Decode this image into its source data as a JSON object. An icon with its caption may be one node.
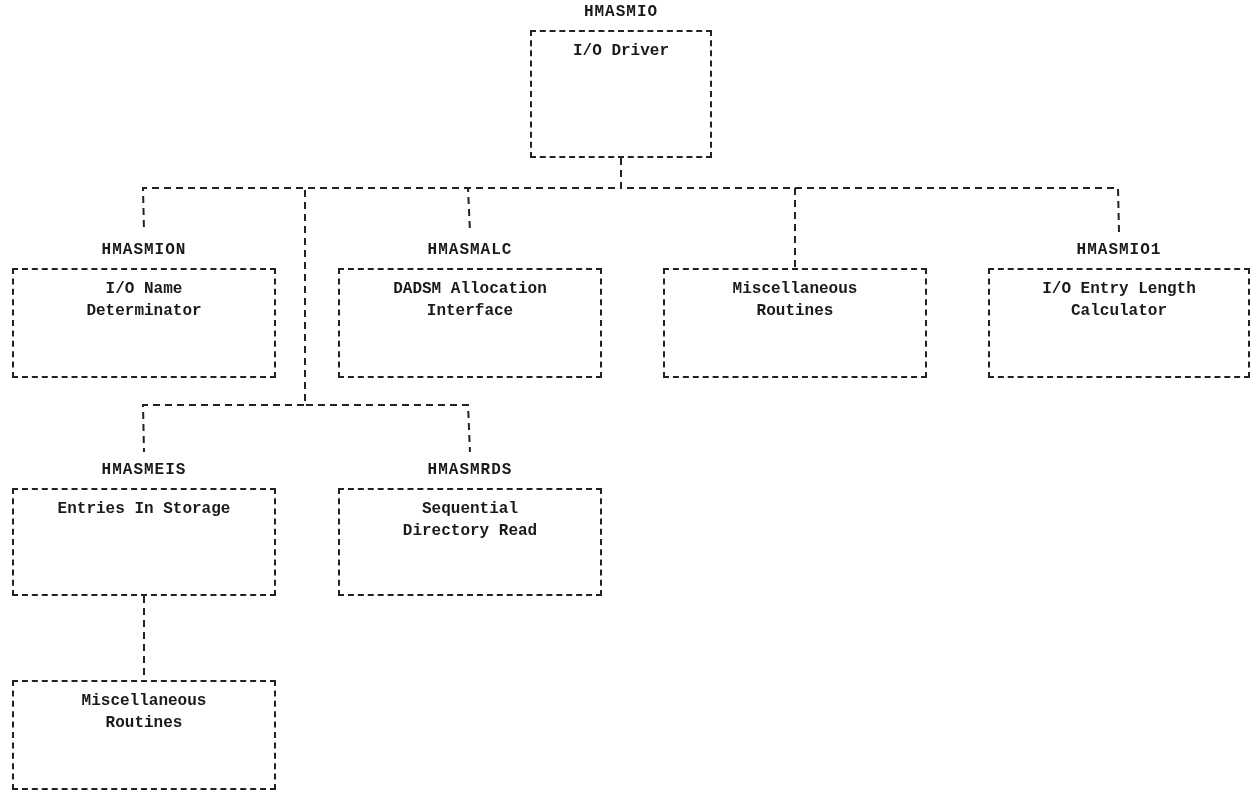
{
  "diagram": {
    "nodes": [
      {
        "text": [
          "HMASMIO",
          "I/O Driver"
        ]
      },
      {
        "text": [
          "HMASMION",
          "I/O Name Determinator"
        ]
      },
      {
        "text": [
          "HMASMALC",
          "DADSM Allocation Interface"
        ]
      },
      {
        "text": [
          "Miscellaneous Routines"
        ]
      },
      {
        "text": [
          "HMASMIO1",
          "I/O Entry Length Calculator"
        ]
      },
      {
        "text": [
          "HMASMEIS",
          "Entries In Storage"
        ]
      },
      {
        "text": [
          "HMASMRDS",
          "Sequential Directory Read"
        ]
      },
      {
        "text": [
          "Miscellaneous Routines"
        ]
      }
    ],
    "edges": [
      {
        "from": 0,
        "to": 1,
        "arrow": "none",
        "style": "dashed"
      },
      {
        "from": 0,
        "to": 2,
        "arrow": "none",
        "style": "dashed"
      },
      {
        "from": 0,
        "to": 3,
        "arrow": "none",
        "style": "dashed"
      },
      {
        "from": 0,
        "to": 4,
        "arrow": "none",
        "style": "dashed"
      },
      {
        "from": 0,
        "to": 5,
        "arrow": "none",
        "style": "dashed"
      },
      {
        "from": 0,
        "to": 6,
        "arrow": "none",
        "style": "dashed"
      },
      {
        "from": 5,
        "to": 7,
        "arrow": "none",
        "style": "dashed"
      }
    ]
  }
}
